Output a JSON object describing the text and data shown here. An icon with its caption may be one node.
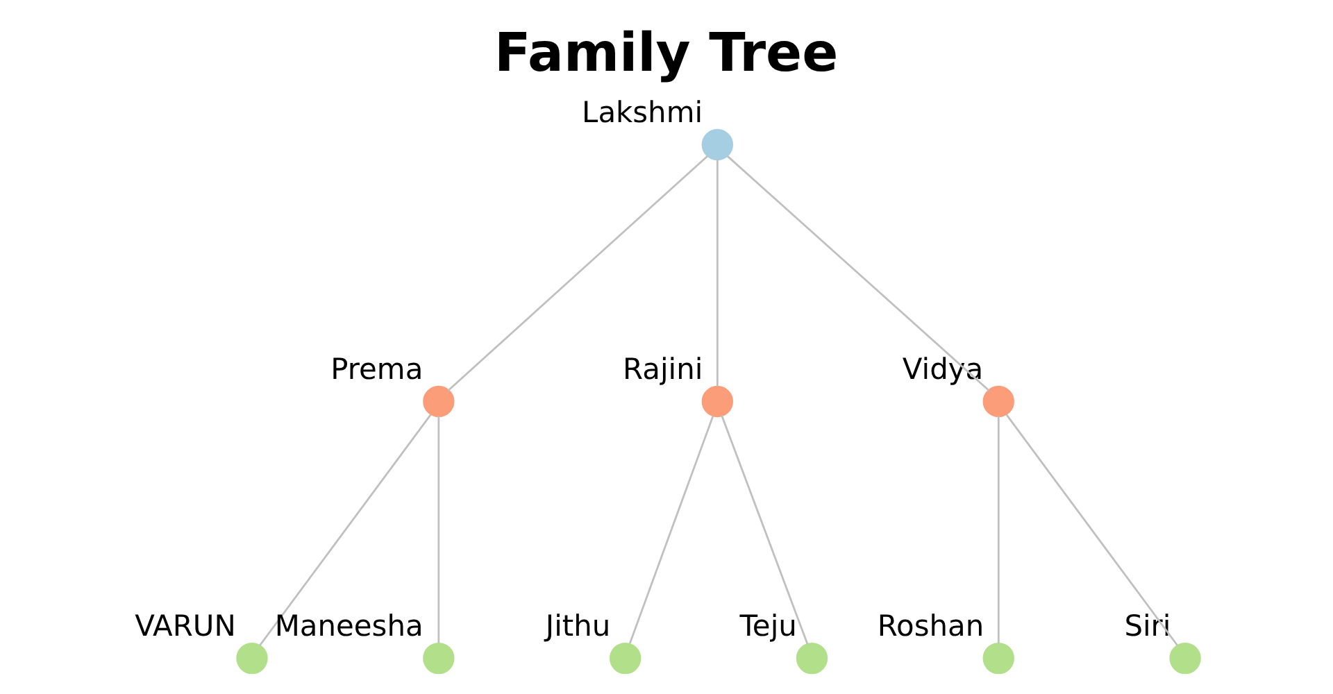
{
  "diagram": {
    "title": "Family Tree",
    "nodes": [
      {
        "text": [],
        "shape": "circle",
        "beside": [
          "Lakshmi"
        ]
      },
      {
        "text": [],
        "shape": "circle",
        "beside": [
          "Prema"
        ]
      },
      {
        "text": [],
        "shape": "circle",
        "beside": [
          "Rajini"
        ]
      },
      {
        "text": [],
        "shape": "circle",
        "beside": [
          "Vidya"
        ]
      },
      {
        "text": [],
        "shape": "circle",
        "beside": [
          "VARUN"
        ]
      },
      {
        "text": [],
        "shape": "circle",
        "beside": [
          "Maneesha"
        ]
      },
      {
        "text": [],
        "shape": "circle",
        "beside": [
          "Jithu"
        ]
      },
      {
        "text": [],
        "shape": "circle",
        "beside": [
          "Teju"
        ]
      },
      {
        "text": [],
        "shape": "circle",
        "beside": [
          "Roshan"
        ]
      },
      {
        "text": [],
        "shape": "circle",
        "beside": [
          "Siri"
        ]
      }
    ],
    "edges": [
      {
        "from": 0,
        "to": 1,
        "arrow": "none"
      },
      {
        "from": 0,
        "to": 2,
        "arrow": "none"
      },
      {
        "from": 0,
        "to": 3,
        "arrow": "none"
      },
      {
        "from": 1,
        "to": 4,
        "arrow": "none"
      },
      {
        "from": 1,
        "to": 5,
        "arrow": "none"
      },
      {
        "from": 2,
        "to": 6,
        "arrow": "none"
      },
      {
        "from": 2,
        "to": 7,
        "arrow": "none"
      },
      {
        "from": 3,
        "to": 8,
        "arrow": "none"
      },
      {
        "from": 3,
        "to": 9,
        "arrow": "none"
      }
    ]
  }
}
